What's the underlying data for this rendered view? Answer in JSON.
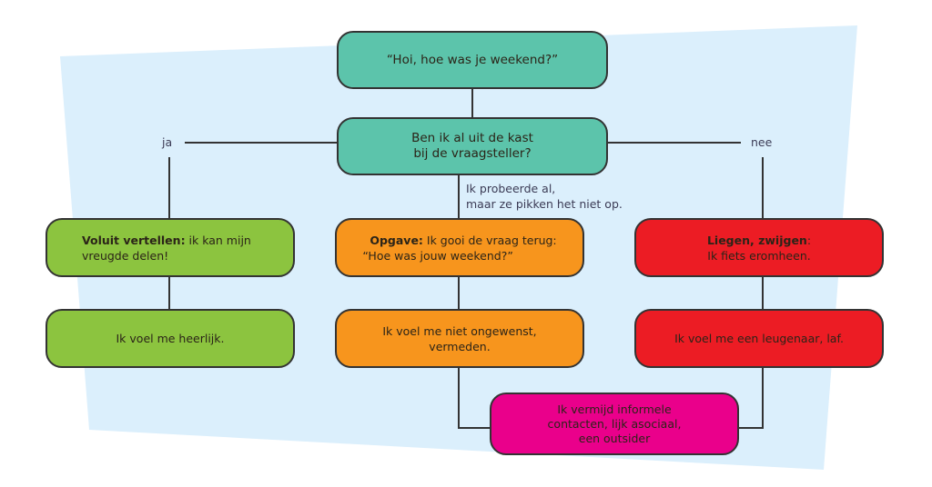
{
  "colors": {
    "background_panel": "#dbeffc",
    "teal": "#5cc4ab",
    "green": "#8cc43f",
    "orange": "#f7951d",
    "red": "#ec1c24",
    "pink": "#ea008b",
    "line": "#333333"
  },
  "start": {
    "text": "“Hoi, hoe was je weekend?”"
  },
  "question": {
    "line1": "Ben ik al uit de kast",
    "line2": "bij de vraagsteller?"
  },
  "branches": {
    "yes_label": "ja",
    "no_label": "nee",
    "middle_label_line1": "Ik probeerde al,",
    "middle_label_line2": "maar ze pikken het niet op."
  },
  "yes_path": {
    "action_bold": "Voluit vertellen:",
    "action_text": " ik kan mijn",
    "action_line2": "vreugde delen!",
    "feeling": "Ik voel me heerlijk."
  },
  "middle_path": {
    "action_bold": "Opgave:",
    "action_text": "  Ik gooi de vraag terug:",
    "action_line2": "“Hoe was jouw weekend?”",
    "feeling_line1": "Ik voel me niet ongewenst,",
    "feeling_line2": "vermeden."
  },
  "no_path": {
    "action_bold": "Liegen, zwijgen",
    "action_text": ":",
    "action_line2": "Ik fiets eromheen.",
    "feeling": "Ik voel me een leugenaar, laf."
  },
  "outcome": {
    "line1": "Ik vermijd informele",
    "line2": "contacten, lijk asociaal,",
    "line3": "een outsider"
  }
}
